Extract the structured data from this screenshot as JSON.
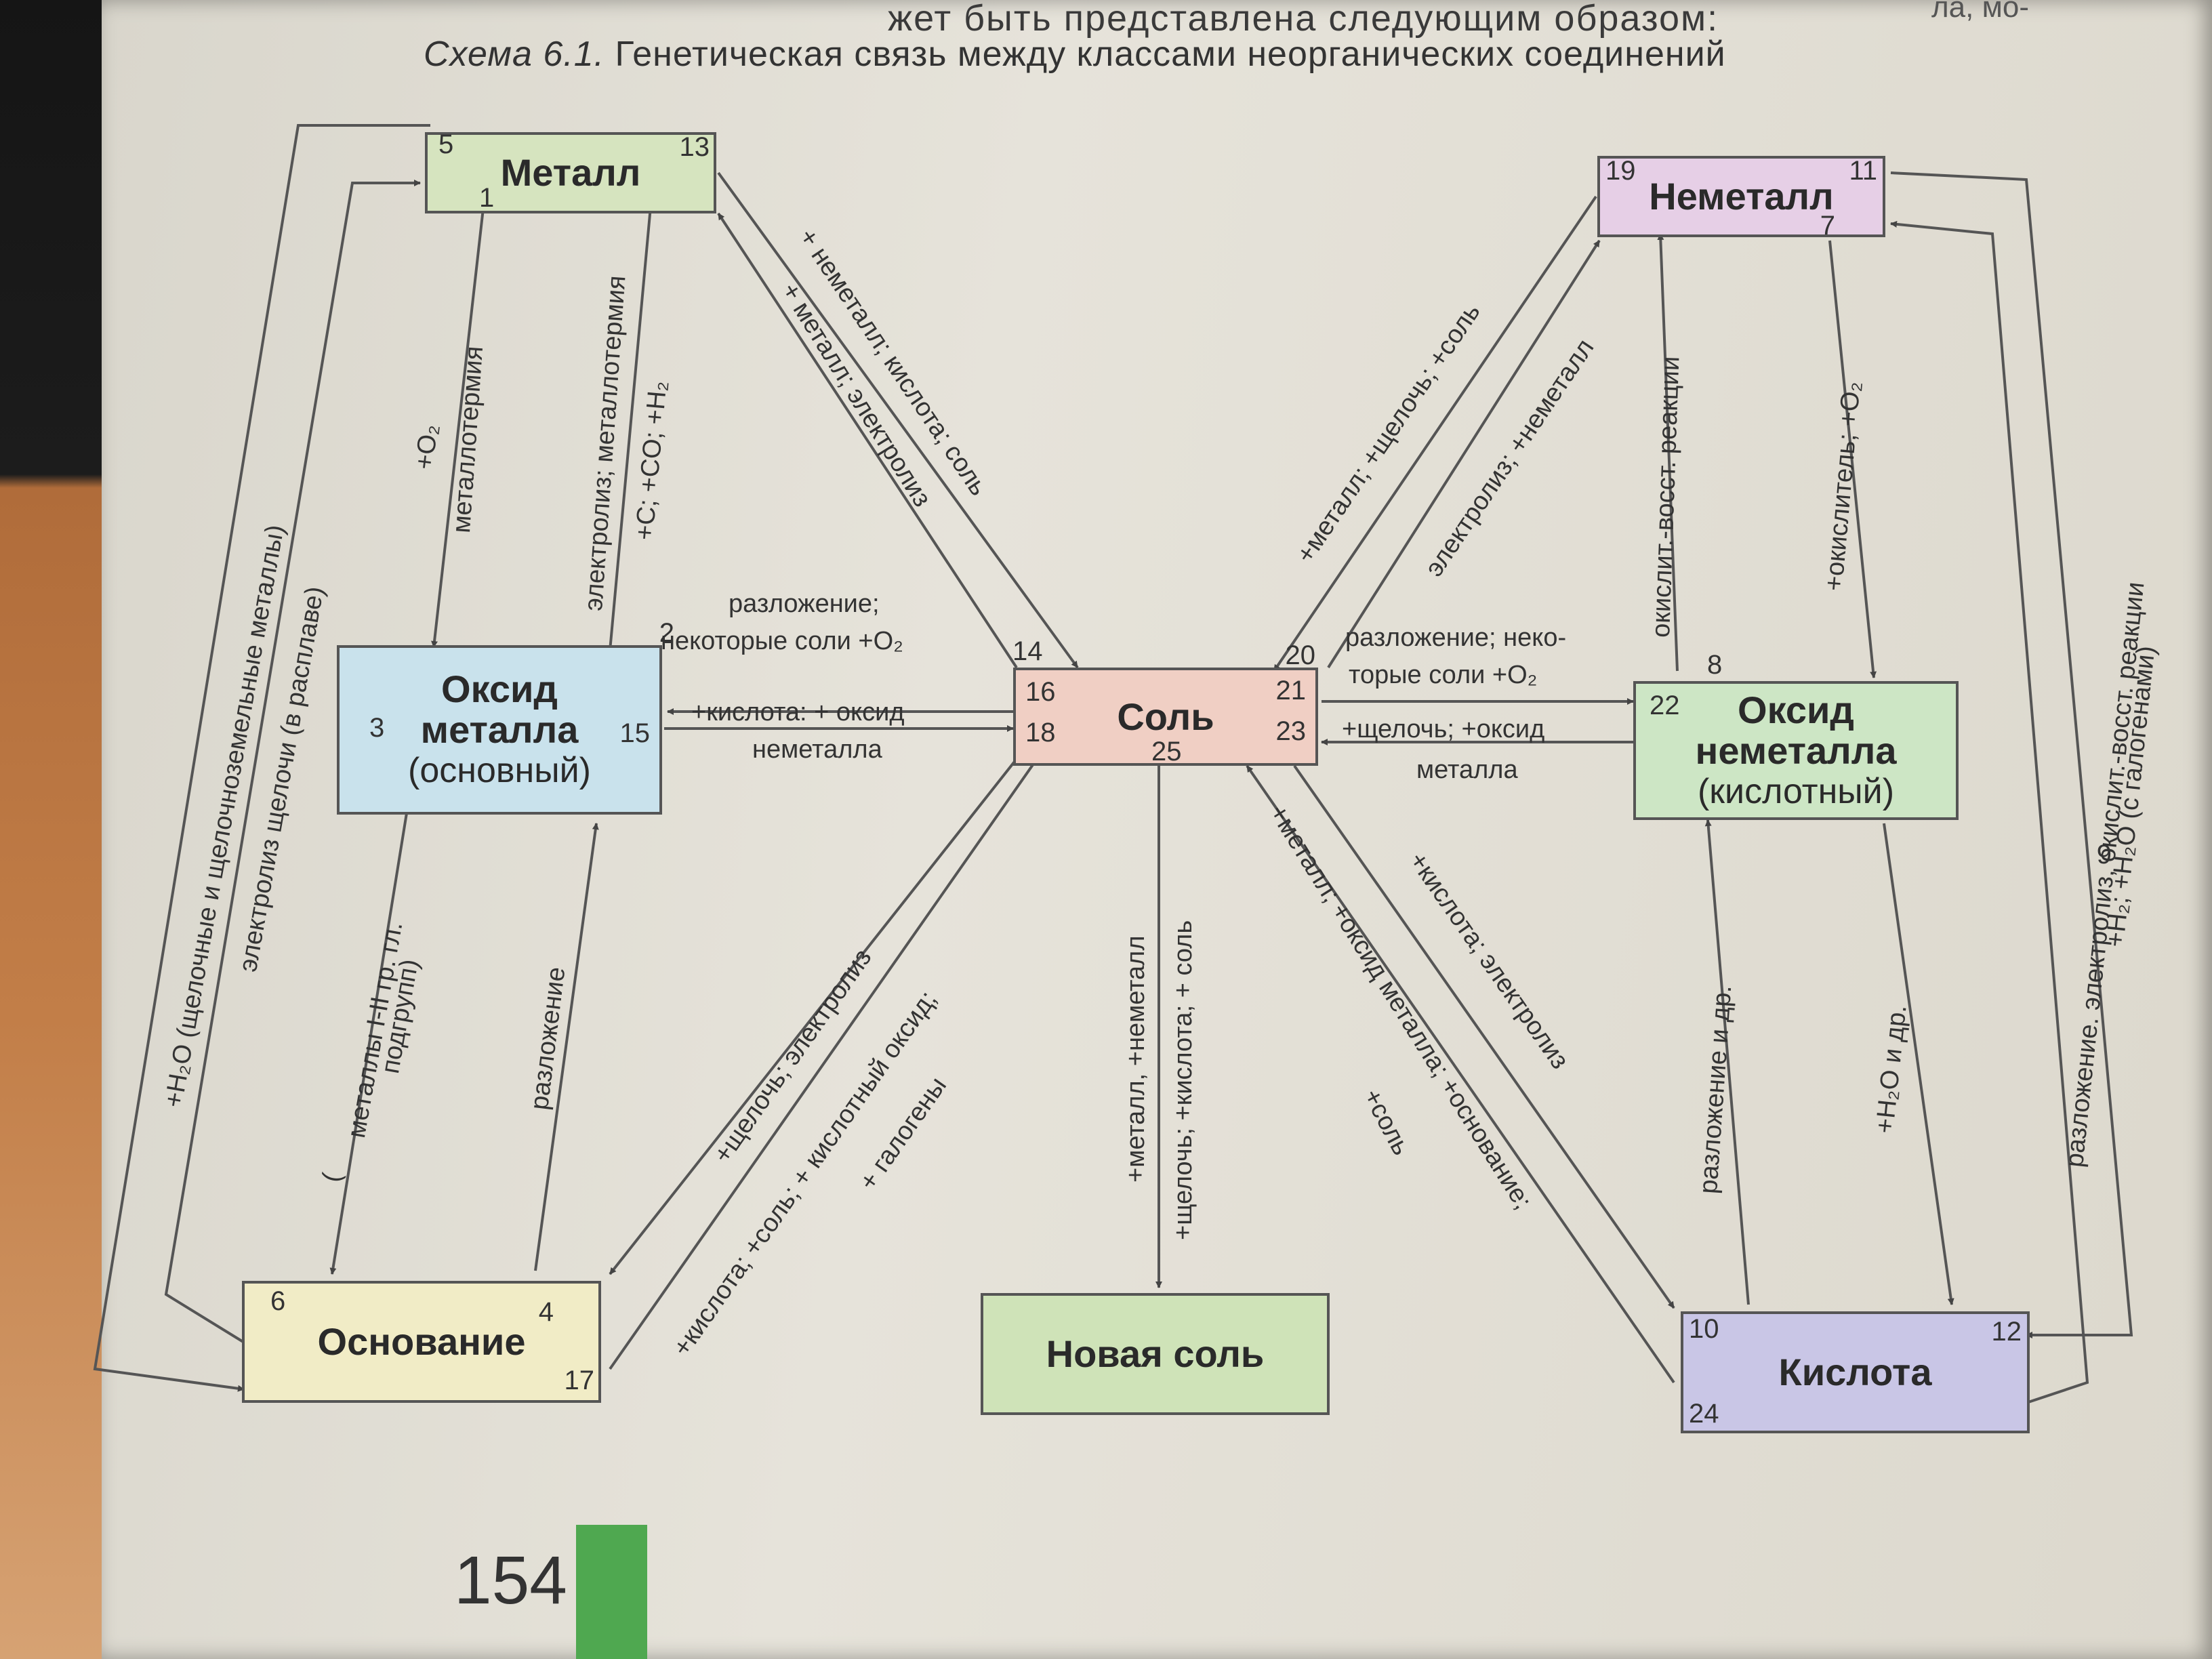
{
  "header": {
    "top_line": "жет быть представлена следующим образом:",
    "top_fragment": "ла, мо-",
    "caption_prefix": "Схема 6.1.",
    "caption_text": "Генетическая связь между классами неорганических соединений"
  },
  "nodes": {
    "metal": {
      "title": "Металл",
      "color": "#d6e4bf",
      "numbers": [
        "5",
        "13",
        "1"
      ]
    },
    "nonmetal": {
      "title": "Неметалл",
      "color": "#e6cfe6",
      "numbers": [
        "19",
        "11",
        "7"
      ]
    },
    "metal_oxide": {
      "title": "Оксид",
      "title2": "металла",
      "subtitle": "(основный)",
      "color": "#c9e2ec",
      "numbers": [
        "2",
        "3",
        "15"
      ]
    },
    "nonmetal_oxide": {
      "title": "Оксид",
      "title2": "неметалла",
      "subtitle": "(кислотный)",
      "color": "#cde6c5",
      "numbers": [
        "8",
        "22"
      ]
    },
    "salt": {
      "title": "Соль",
      "color": "#f0cfc4",
      "numbers": [
        "14",
        "16",
        "18",
        "25",
        "21",
        "23",
        "20"
      ]
    },
    "base": {
      "title": "Основание",
      "color": "#f1ecc6",
      "numbers": [
        "6",
        "4",
        "17"
      ]
    },
    "new_salt": {
      "title": "Новая соль",
      "color": "#cfe3b8"
    },
    "acid": {
      "title": "Кислота",
      "color": "#c9c6e6",
      "numbers": [
        "10",
        "12",
        "24",
        "9"
      ]
    }
  },
  "labels": {
    "metal_to_oxide": "+O₂",
    "metal_to_oxide_2": "металлотермия",
    "oxide_to_metal": "электролиз; металлотермия",
    "oxide_to_metal_2": "+C; +CO; +H₂",
    "left_outer_1": "+H₂O (щелочные и щелочноземельные металлы)",
    "left_outer_2": "электролиз щелочи (в расплаве)",
    "oxide_to_base": "металлы I-II гр. гл.",
    "oxide_to_base_2": "подгрупп)",
    "oxide_to_base_3": "(",
    "base_to_oxide": "разложение",
    "metal_salt_1": "+ неметалл; кислота; соль",
    "metal_salt_2": "+ металл; электролиз",
    "salt_to_oxide_1": "разложение;",
    "salt_to_oxide_2": "некоторые соли +O₂",
    "oxide_to_salt_1": "+кислота: + оксид",
    "oxide_to_salt_2": "неметалла",
    "base_salt_1": "+щелочь; электролиз",
    "base_salt_2": "+кислота; +соль; + кислотный оксид;",
    "base_salt_3": "+ галогены",
    "salt_new_1": "+металл, +неметалл",
    "salt_new_2": "+щелочь; +кислота; + соль",
    "salt_acid_1": "+металл; +оксид металла; +основание;",
    "salt_acid_1b": "+соль",
    "salt_acid_2": "+кислота; электролиз",
    "nonmetal_salt_1": "+металл; +щелочь; +соль",
    "nonmetal_salt_2": "электролиз; +неметалл",
    "salt_to_noxide_1": "разложение; неко-",
    "salt_to_noxide_2": "торые соли +O₂",
    "noxide_to_salt_1": "+щелочь; +оксид",
    "noxide_to_salt_2": "металла",
    "noxide_to_nonmetal": "окислит.-восст. реакции",
    "nonmetal_to_noxide": "+окислитель; +O₂",
    "right_outer_1": "разложение. электролиз, окислит.-восст. реакции",
    "right_outer_2": "+H₂; +H₂O (с галогенами)",
    "acid_to_noxide": "разложение и др.",
    "noxide_to_acid": "+H₂O и др."
  },
  "footer": {
    "page_number": "154"
  }
}
